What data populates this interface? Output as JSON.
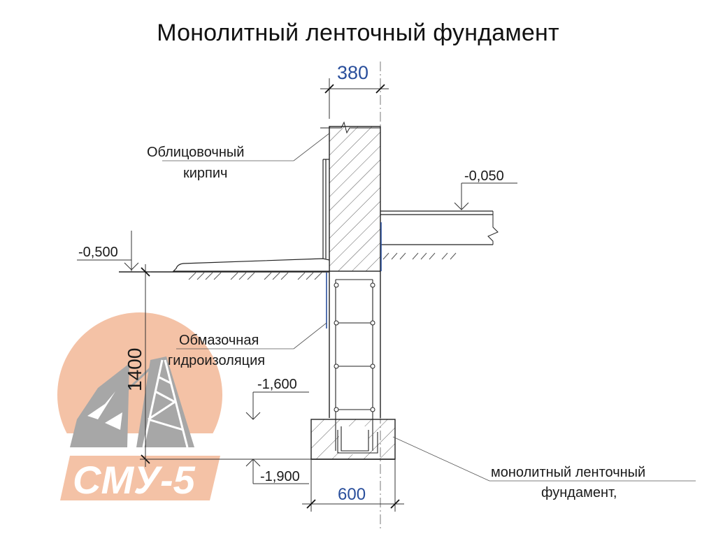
{
  "title": "Монолитный ленточный фундамент",
  "dimensions": {
    "wall_width": "380",
    "footing_width": "600",
    "depth": "1400"
  },
  "levels": {
    "floor": "-0,050",
    "ground": "-0,500",
    "waterproofing_bottom": "-1,600",
    "footing_bottom": "-1,900"
  },
  "labels": {
    "facing_brick_line1": "Облицовочный",
    "facing_brick_line2": "кирпич",
    "waterproofing_line1": "Обмазочная",
    "waterproofing_line2": "гидроизоляция",
    "foundation_line1": "монолитный ленточный",
    "foundation_line2": "фундамент,"
  },
  "logo": {
    "text": "СМУ-5",
    "color": "#f4c2a6",
    "figure_color": "#a7a7a7"
  }
}
